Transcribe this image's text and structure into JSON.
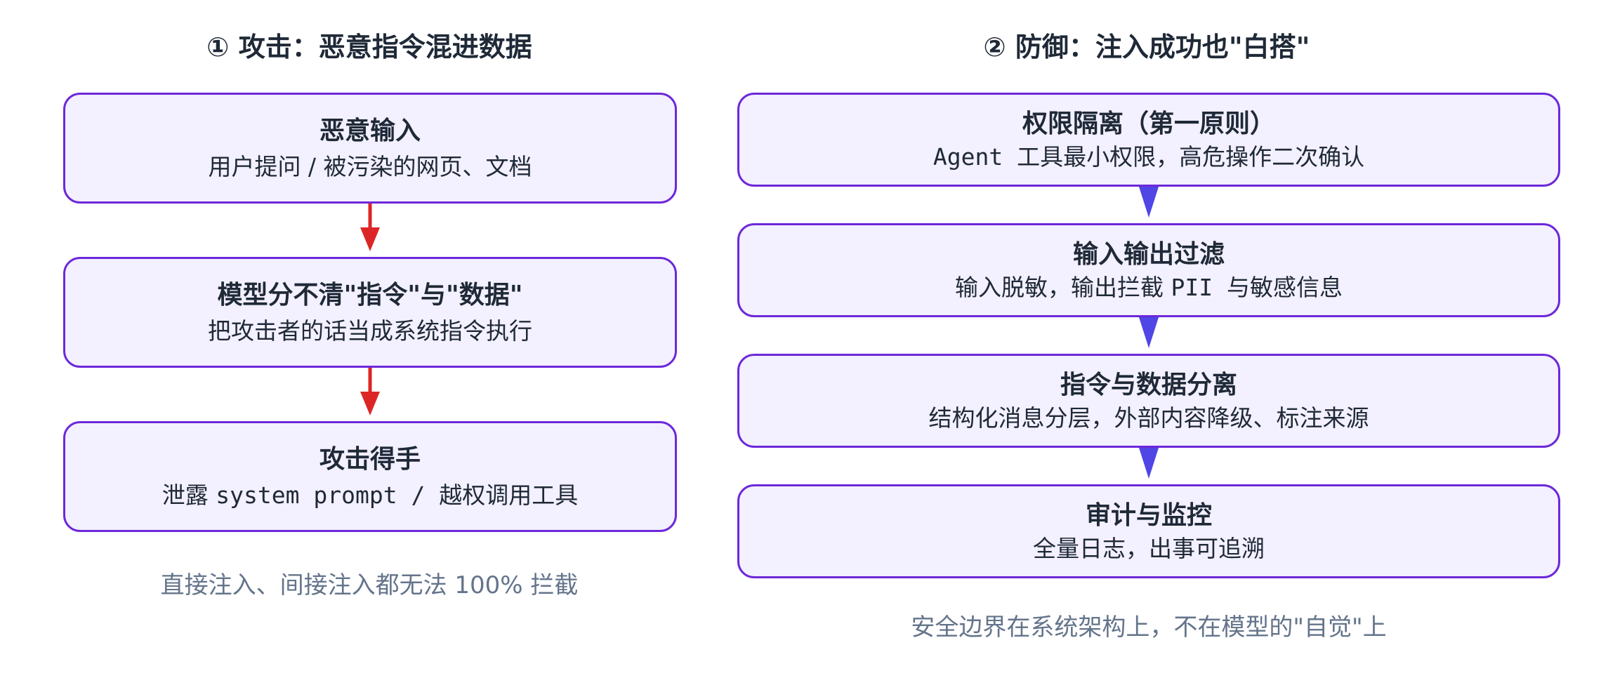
{
  "left": {
    "title": "①  攻击：恶意指令混进数据",
    "boxes": [
      {
        "title": "恶意输入",
        "subtitle": "用户提问 / 被污染的网页、文档"
      },
      {
        "title": "模型分不清\"指令\"与\"数据\"",
        "subtitle": "把攻击者的话当成系统指令执行"
      },
      {
        "title": "攻击得手",
        "subtitle_pre": "泄露 ",
        "subtitle_code": "system prompt / ",
        "subtitle_post": "越权调用工具"
      }
    ],
    "note": "直接注入、间接注入都无法 100% 拦截",
    "arrow_color": "#dc2626"
  },
  "right": {
    "title": "②  防御：注入成功也\"白搭\"",
    "boxes": [
      {
        "title": "权限隔离（第一原则）",
        "subtitle_code": "Agent ",
        "subtitle_post": "工具最小权限，高危操作二次确认"
      },
      {
        "title": "输入输出过滤",
        "subtitle_pre": "输入脱敏，输出拦截 ",
        "subtitle_code": "PII ",
        "subtitle_post": "与敏感信息"
      },
      {
        "title": "指令与数据分离",
        "subtitle": "结构化消息分层，外部内容降级、标注来源"
      },
      {
        "title": "审计与监控",
        "subtitle": "全量日志，出事可追溯"
      }
    ],
    "note": "安全边界在系统架构上，不在模型的\"自觉\"上",
    "arrow_color": "#4f46e5"
  },
  "colors": {
    "box_fill": "#f3f0ff",
    "box_border": "#6d28d9",
    "text": "#1f2937",
    "note": "#64748b"
  }
}
